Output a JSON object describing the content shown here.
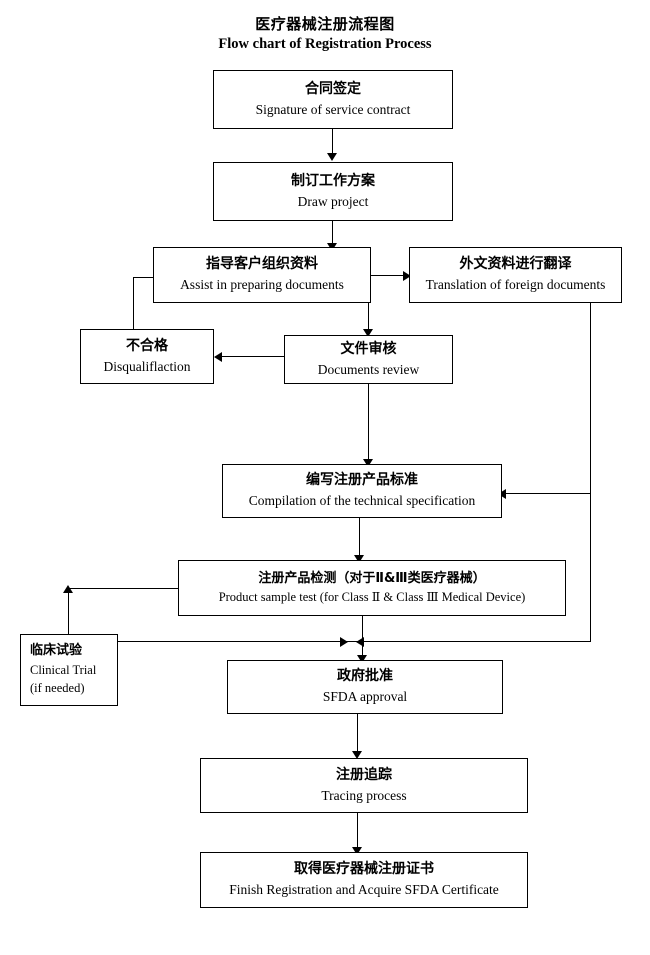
{
  "title": {
    "cn": "医疗器械注册流程图",
    "en": "Flow chart of Registration Process"
  },
  "colors": {
    "background": "#ffffff",
    "line": "#000000",
    "text": "#000000"
  },
  "chart_data": {
    "type": "diagram",
    "diagram_type": "flowchart",
    "title_cn": "医疗器械注册流程图",
    "title_en": "Flow chart of Registration Process",
    "orientation": "top-to-bottom",
    "nodes": [
      {
        "id": "contract",
        "cn": "合同签定",
        "en": "Signature of service contract"
      },
      {
        "id": "project",
        "cn": "制订工作方案",
        "en": "Draw project"
      },
      {
        "id": "assist",
        "cn": "指导客户组织资料",
        "en": "Assist in preparing documents"
      },
      {
        "id": "translation",
        "cn": "外文资料进行翻译",
        "en": "Translation of foreign documents"
      },
      {
        "id": "disqualify",
        "cn": "不合格",
        "en": "Disqualiflaction"
      },
      {
        "id": "review",
        "cn": "文件审核",
        "en": "Documents review"
      },
      {
        "id": "compilation",
        "cn": "编写注册产品标准",
        "en": "Compilation of the technical specification"
      },
      {
        "id": "sampletest",
        "cn": "注册产品检测（对于Ⅱ&Ⅲ类医疗器械）",
        "en": "Product sample test (for Class  Ⅱ & Class  Ⅲ  Medical Device)"
      },
      {
        "id": "clinical",
        "cn": "临床试验",
        "en": "Clinical Trial",
        "en2": "(if needed)"
      },
      {
        "id": "sfda",
        "cn": "政府批准",
        "en": "SFDA approval"
      },
      {
        "id": "tracing",
        "cn": "注册追踪",
        "en": "Tracing process"
      },
      {
        "id": "finish",
        "cn": "取得医疗器械注册证书",
        "en": "Finish Registration and Acquire SFDA Certificate"
      }
    ],
    "edges": [
      {
        "from": "contract",
        "to": "project",
        "arrow": "down"
      },
      {
        "from": "project",
        "to": "assist",
        "arrow": "down"
      },
      {
        "from": "assist",
        "to": "translation",
        "arrow": "right"
      },
      {
        "from": "assist",
        "to": "review",
        "arrow": "down"
      },
      {
        "from": "review",
        "to": "disqualify",
        "arrow": "left"
      },
      {
        "from": "disqualify",
        "to": "assist",
        "arrow": "none"
      },
      {
        "from": "review",
        "to": "compilation",
        "arrow": "down"
      },
      {
        "from": "translation",
        "to": "compilation",
        "arrow": "left"
      },
      {
        "from": "compilation",
        "to": "sampletest",
        "arrow": "down"
      },
      {
        "from": "sampletest",
        "to": "clinical",
        "arrow": "up"
      },
      {
        "from": "clinical",
        "to": "sfda",
        "arrow": "right-down"
      },
      {
        "from": "translation",
        "to": "sfda",
        "arrow": "left-down"
      },
      {
        "from": "sfda",
        "to": "tracing",
        "arrow": "down"
      },
      {
        "from": "tracing",
        "to": "finish",
        "arrow": "down"
      }
    ]
  }
}
